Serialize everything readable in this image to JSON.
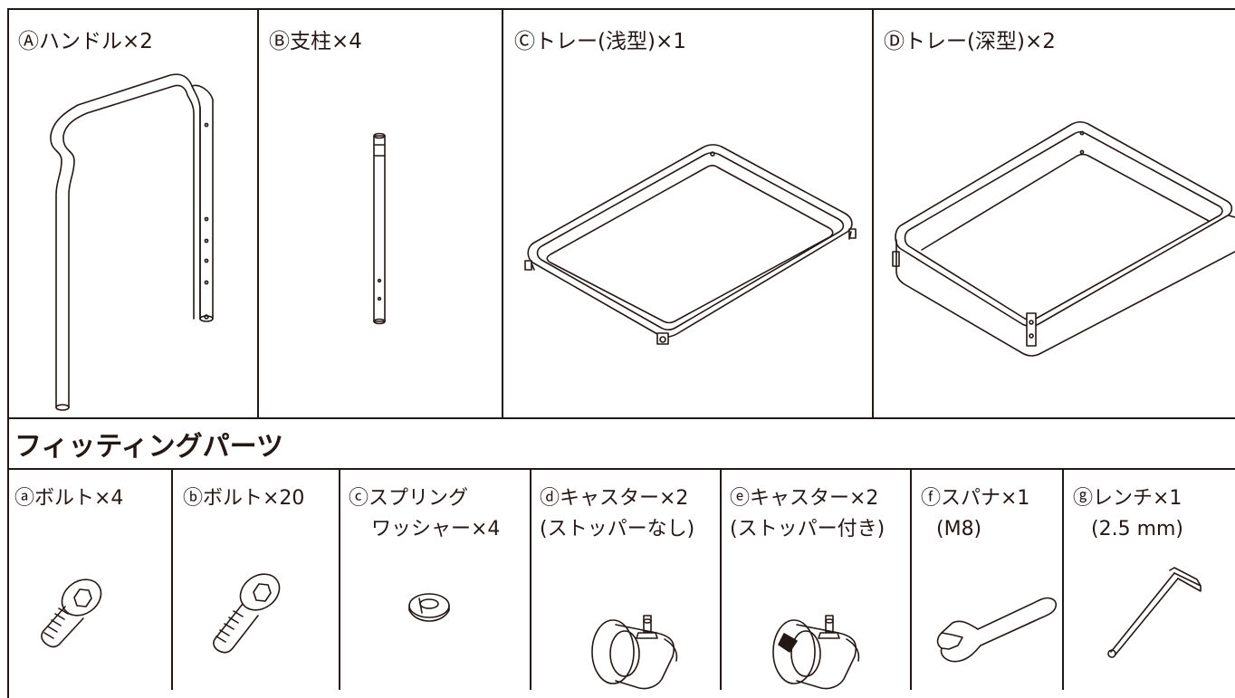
{
  "parts": {
    "A": "Ⓐハンドル×2",
    "B": "Ⓑ支柱×4",
    "C": "Ⓒトレー(浅型)×1",
    "D": "Ⓓトレー(深型)×2"
  },
  "fittings": {
    "title": "フィッティングパーツ",
    "a": {
      "line1": "ⓐボルト×4"
    },
    "b": {
      "line1": "ⓑボルト×20"
    },
    "c": {
      "line1": "ⓒスプリング",
      "line2": "ワッシャー×4"
    },
    "d": {
      "line1": "ⓓキャスター×2",
      "line2": "(ストッパーなし)"
    },
    "e": {
      "line1": "ⓔキャスター×2",
      "line2": "(ストッパー付き)"
    },
    "f": {
      "line1": "ⓕスパナ×1",
      "line2": "(M8)"
    },
    "g": {
      "line1": "ⓖレンチ×1",
      "line2": "(2.5 mm)"
    }
  }
}
